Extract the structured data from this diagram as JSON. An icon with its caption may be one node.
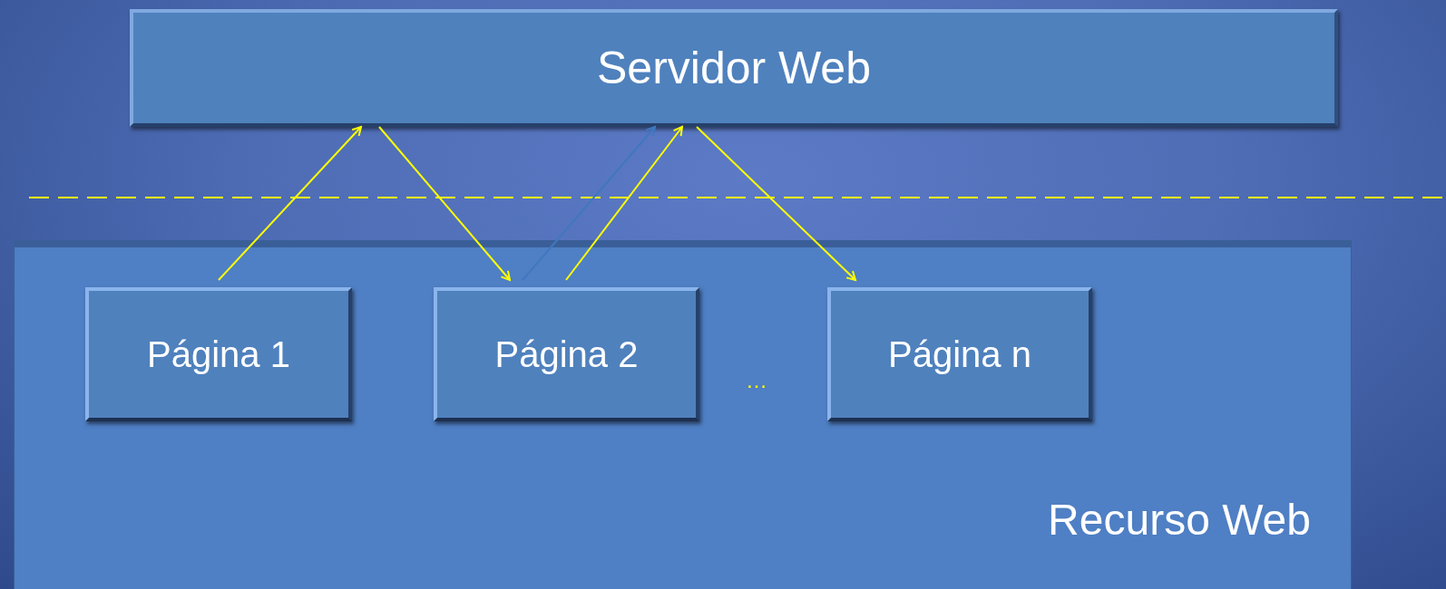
{
  "diagram": {
    "nodes": [
      {
        "text": [
          "Servidor Web"
        ]
      },
      {
        "text": [
          "Recurso Web"
        ]
      },
      {
        "text": [
          "Página 1"
        ],
        "in": 1
      },
      {
        "text": [
          "Página 2"
        ],
        "in": 1
      },
      {
        "text": [
          "Página n"
        ],
        "in": 1
      }
    ],
    "edges": [
      {
        "from": 2,
        "to": 0,
        "arrow": "to"
      },
      {
        "from": 0,
        "to": 3,
        "arrow": "to"
      },
      {
        "from": 3,
        "to": 0,
        "arrow": "to",
        "color": "#3f78bf"
      },
      {
        "from": 3,
        "to": 0,
        "arrow": "to"
      },
      {
        "from": 0,
        "to": 4,
        "arrow": "to"
      }
    ],
    "labels": [
      "…"
    ]
  }
}
